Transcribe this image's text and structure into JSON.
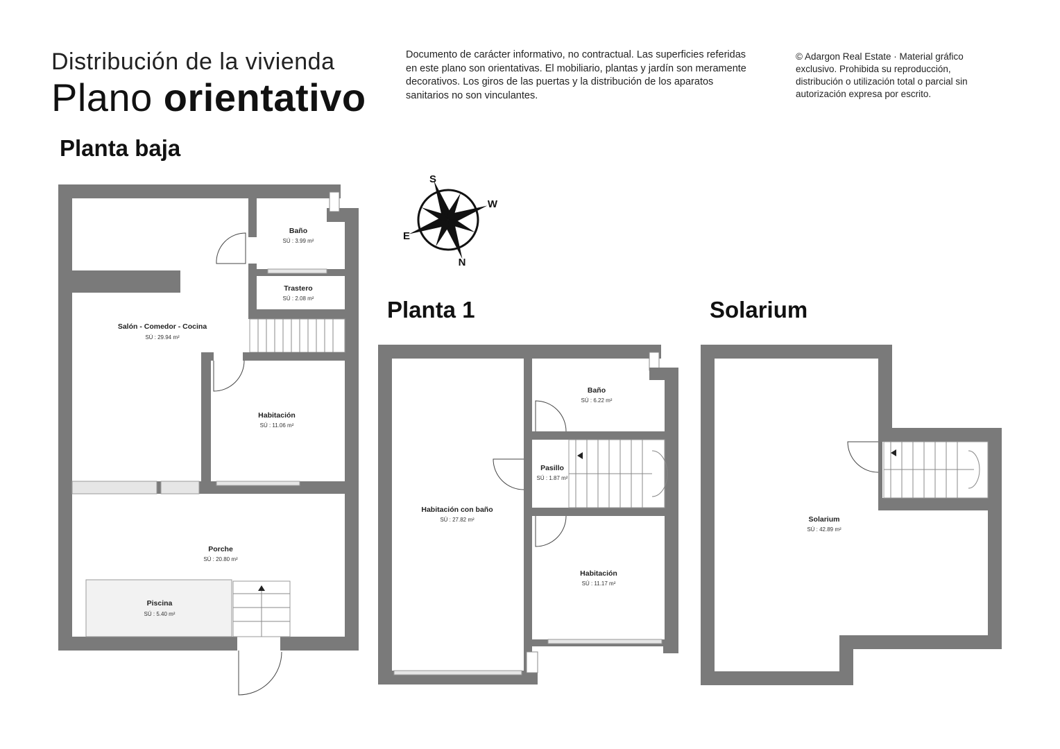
{
  "header": {
    "subtitle": "Distribución de la vivienda",
    "title_regular": "Plano",
    "title_bold": "orientativo",
    "disclaimer": "Documento de carácter informativo, no contractual. Las superficies referidas en este plano son orientativas. El mobiliario, plantas y jardín son meramente decorativos. Los giros de las puertas y la distribución de los aparatos sanitarios no son vinculantes.",
    "copyright": "© Adargon Real Estate · Material gráfico exclusivo. Prohibida su reproducción, distribución o utilización total o parcial sin autorización expresa por escrito."
  },
  "compass": {
    "top": "S",
    "right": "W",
    "bottom": "N",
    "left": "E"
  },
  "floors": {
    "planta_baja": {
      "title": "Planta baja",
      "rooms": [
        {
          "name": "Baño",
          "area": "SÚ : 3.99 m²"
        },
        {
          "name": "Trastero",
          "area": "SÚ : 2.08 m²"
        },
        {
          "name": "Salón - Comedor - Cocina",
          "area": "SÚ : 29.94 m²"
        },
        {
          "name": "Habitación",
          "area": "SÚ : 11.06 m²"
        },
        {
          "name": "Porche",
          "area": "SÚ : 20.80 m²"
        },
        {
          "name": "Piscina",
          "area": "SÚ : 5.40 m²"
        }
      ]
    },
    "planta_1": {
      "title": "Planta 1",
      "rooms": [
        {
          "name": "Baño",
          "area": "SÚ : 6.22 m²"
        },
        {
          "name": "Pasillo",
          "area": "SÚ : 1.87 m²"
        },
        {
          "name": "Habitación con baño",
          "area": "SÚ : 27.82 m²"
        },
        {
          "name": "Habitación",
          "area": "SÚ : 11.17 m²"
        }
      ]
    },
    "solarium": {
      "title": "Solarium",
      "rooms": [
        {
          "name": "Solarium",
          "area": "SÚ : 42.89 m²"
        }
      ]
    }
  },
  "colors": {
    "wall": "#7a7a7a",
    "stair": "#8a8a8a",
    "ink": "#111111"
  }
}
